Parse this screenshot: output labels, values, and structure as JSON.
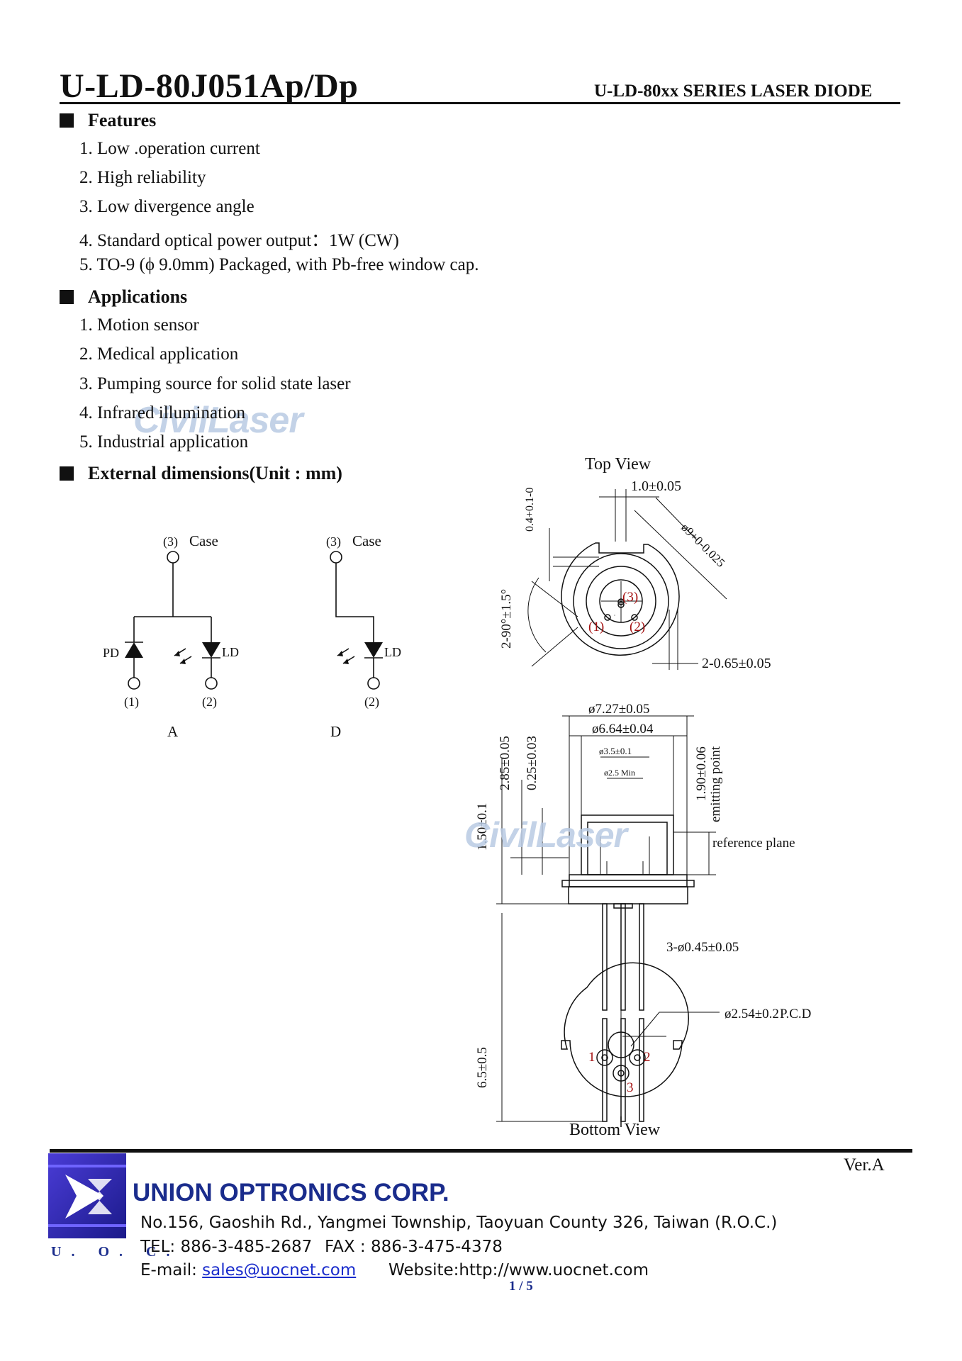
{
  "header": {
    "title": "U-LD-80J051Ap/Dp",
    "series": "U-LD-80xx SERIES LASER DIODE"
  },
  "features": {
    "heading": "Features",
    "items": [
      "1. Low .operation current",
      "2. High reliability",
      "3. Low divergence angle",
      "4. Standard optical power output：1W (CW)",
      "5. TO-9 (ϕ 9.0mm) Packaged, with Pb-free window cap."
    ]
  },
  "applications": {
    "heading": "Applications",
    "items": [
      "1. Motion sensor",
      "2. Medical application",
      "3. Pumping source for solid state laser",
      "4. Infrared illumination",
      "5. Industrial application"
    ]
  },
  "dimensions": {
    "heading": "External dimensions(Unit : mm)"
  },
  "watermark": "CivilLaser",
  "schematic": {
    "case": "Case",
    "pin3": "(3)",
    "pin1": "(1)",
    "pin2": "(2)",
    "pd": "PD",
    "ld": "LD",
    "label_a": "A",
    "label_d": "D"
  },
  "top_view": {
    "title": "Top View",
    "dim_width": "1.0±0.05",
    "dim_notch": "0.4+0.1-0",
    "dim_dia": "ø9+0-0.025",
    "dim_angle": "2-90°±1.5°",
    "dim_notch_w": "2-0.65±0.05",
    "p1": "(1)",
    "p2": "(2)",
    "p3": "(3)"
  },
  "side_view": {
    "d1": "ø7.27±0.05",
    "d2": "ø6.64±0.04",
    "d3": "ø3.5±0.1",
    "d4": "ø2.5 Min",
    "h1": "2.85±0.05",
    "h2": "0.25±0.03",
    "h3": "1.50±0.1",
    "h4": "1.90±0.06",
    "emit": "emitting point",
    "ref": "reference plane",
    "lead": "6.5±0.5",
    "pins": "3-ø0.45±0.05"
  },
  "bottom_view": {
    "title": "Bottom View",
    "pcd": "ø2.54±0.2",
    "pcd_unit": "P.C.D",
    "n1": "1",
    "n2": "2",
    "n3": "3"
  },
  "footer": {
    "version": "Ver.A",
    "company": "UNION OPTRONICS CORP.",
    "address": "No.156, Gaoshih Rd., Yangmei Township, Taoyuan County 326, Taiwan (R.O.C.)",
    "tel": "TEL: 886-3-485-2687",
    "fax": "FAX : 886-3-475-4378",
    "email_label": "E-mail: ",
    "email": "sales@uocnet.com",
    "website": "Website:http://www.uocnet.com",
    "logo_text": "U. O. C.",
    "page": "1 / 5"
  }
}
